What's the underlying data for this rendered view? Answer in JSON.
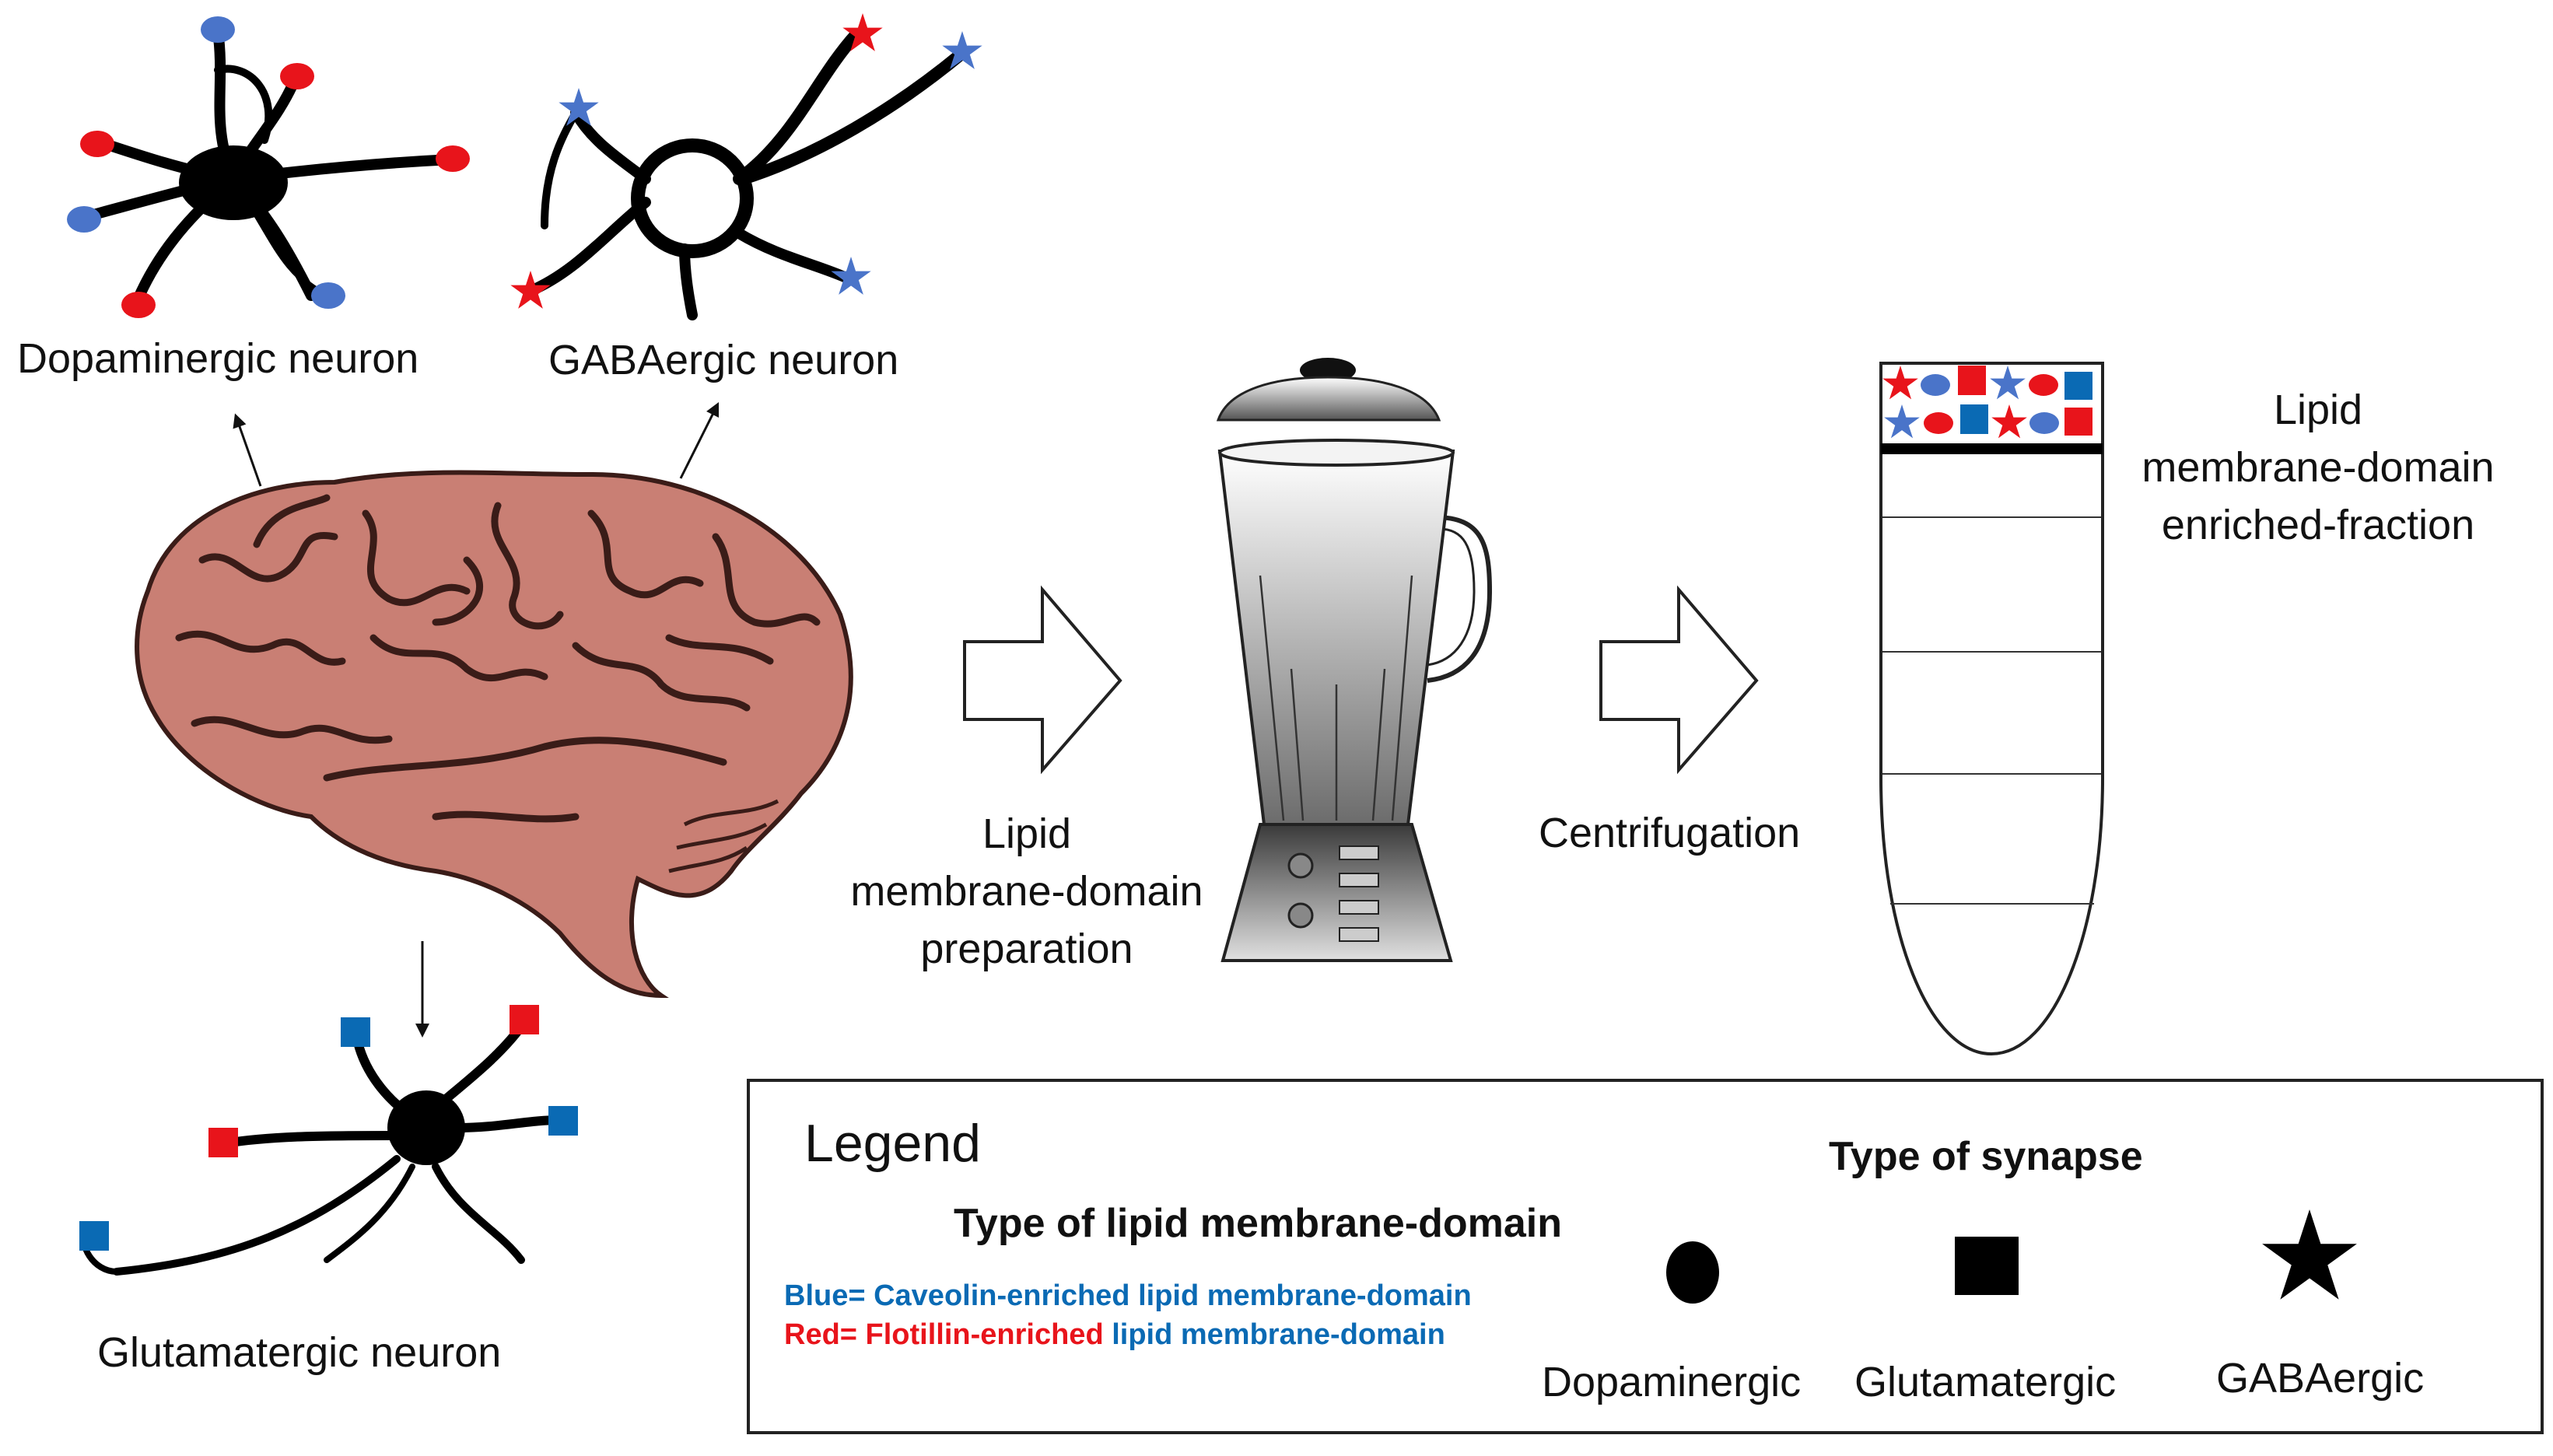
{
  "colors": {
    "caveolin_blue": "#4a74c9",
    "caveolin_blue_square": "#0a6ab4",
    "flotillin_red": "#e8141b",
    "brain_fill": "#c97f74"
  },
  "neurons": {
    "dopaminergic": "Dopaminergic neuron",
    "gabaergic": "GABAergic neuron",
    "glutamatergic": "Glutamatergic neuron"
  },
  "steps": {
    "step1": [
      "Lipid",
      "membrane-domain",
      "preparation"
    ],
    "step2": "Centrifugation",
    "fraction": [
      "Lipid",
      "membrane-domain",
      "enriched-fraction"
    ]
  },
  "legend": {
    "title": "Legend",
    "domain_heading": "Type of lipid membrane-domain",
    "blue_prefix": "Blue= Caveolin-enriched lipid membrane-domain",
    "red_prefix": "Red= Flotillin-enriched",
    "red_suffix": " lipid membrane-domain",
    "synapse_heading": "Type of synapse",
    "synapses": [
      "Dopaminergic",
      "Glutamatergic",
      "GABAergic"
    ]
  },
  "icons": [
    "circle-icon",
    "square-icon",
    "star-icon",
    "arrow-icon",
    "blender-icon",
    "tube-icon",
    "brain-icon"
  ]
}
